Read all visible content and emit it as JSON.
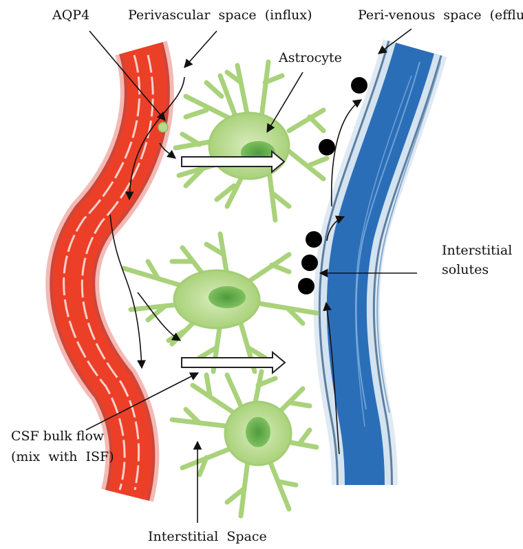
{
  "labels": {
    "aqp4": "AQP4",
    "perivascular": "Perivascular  space (influx)",
    "perivenous": "Peri-venous  space (efflux)",
    "astrocyte": "Astrocyte",
    "interstitial_solutes_1": "Interstitial",
    "interstitial_solutes_2": "solutes",
    "csf_bulk_1": "CSF bulk flow",
    "csf_bulk_2": "(mix  with  ISF)",
    "interstitial_space": "Interstitial  Space"
  },
  "colors": {
    "artery": "#e83a26",
    "artery_wall": "#f4b9b4",
    "vein": "#2d73bf",
    "vein_wall": "#cfe0ef",
    "astrocyte": "#b6d98a",
    "astrocyte_nucleus": "#5fae4a",
    "solute": "#000000"
  },
  "icons": [
    "solute-dot",
    "flow-arrow",
    "astrocyte-cell"
  ]
}
